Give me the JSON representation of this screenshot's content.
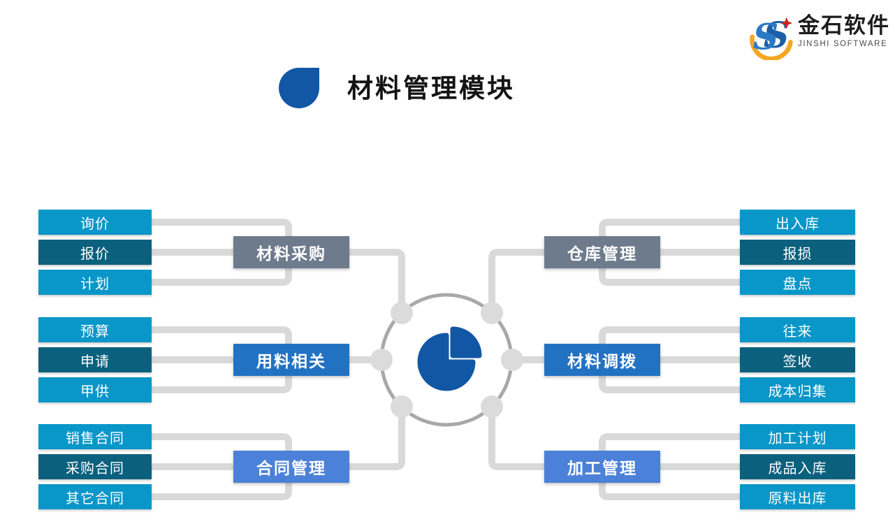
{
  "brand": {
    "name": "金石软件",
    "subtitle": "JINSHI SOFTWARE",
    "mark_icon": "jinshi-s-logo-icon",
    "logo_letter": "S"
  },
  "header": {
    "title": "材料管理模块",
    "title_icon": "drop-icon"
  },
  "diagram": {
    "center_icon": "pie-chart-icon",
    "groups": [
      {
        "id": "material-procurement",
        "side": "left",
        "hub": {
          "label": "材料采购",
          "color": "#6D7B8D"
        },
        "items": [
          {
            "label": "询价",
            "color": "#0996C8"
          },
          {
            "label": "报价",
            "color": "#0A607D"
          },
          {
            "label": "计划",
            "color": "#0996C8"
          }
        ]
      },
      {
        "id": "material-usage",
        "side": "left",
        "hub": {
          "label": "用料相关",
          "color": "#2272C3"
        },
        "items": [
          {
            "label": "预算",
            "color": "#0996C8"
          },
          {
            "label": "申请",
            "color": "#0A607D"
          },
          {
            "label": "甲供",
            "color": "#0996C8"
          }
        ]
      },
      {
        "id": "contract-management",
        "side": "left",
        "hub": {
          "label": "合同管理",
          "color": "#4B81D8"
        },
        "items": [
          {
            "label": "销售合同",
            "color": "#0996C8"
          },
          {
            "label": "采购合同",
            "color": "#0A607D"
          },
          {
            "label": "其它合同",
            "color": "#0996C8"
          }
        ]
      },
      {
        "id": "warehouse-management",
        "side": "right",
        "hub": {
          "label": "仓库管理",
          "color": "#6D7B8D"
        },
        "items": [
          {
            "label": "出入库",
            "color": "#0996C8"
          },
          {
            "label": "报损",
            "color": "#0A607D"
          },
          {
            "label": "盘点",
            "color": "#0996C8"
          }
        ]
      },
      {
        "id": "material-transfer",
        "side": "right",
        "hub": {
          "label": "材料调拨",
          "color": "#2272C3"
        },
        "items": [
          {
            "label": "往来",
            "color": "#0996C8"
          },
          {
            "label": "签收",
            "color": "#0A607D"
          },
          {
            "label": "成本归集",
            "color": "#0996C8"
          }
        ]
      },
      {
        "id": "processing-management",
        "side": "right",
        "hub": {
          "label": "加工管理",
          "color": "#4B81D8"
        },
        "items": [
          {
            "label": "加工计划",
            "color": "#0996C8"
          },
          {
            "label": "成品入库",
            "color": "#0A607D"
          },
          {
            "label": "原料出库",
            "color": "#0996C8"
          }
        ]
      }
    ]
  },
  "colors": {
    "item_light": "#0996C8",
    "item_dark": "#0A607D",
    "hub_gray": "#6D7B8D",
    "hub_blue": "#2272C3",
    "hub_light_blue": "#4B81D8",
    "connector_gray": "#D9D9D9",
    "circle_stroke": "#A8A8A8",
    "accent_blue": "#1257A5",
    "logo_orange": "#F5A623",
    "logo_red": "#C5271E"
  }
}
